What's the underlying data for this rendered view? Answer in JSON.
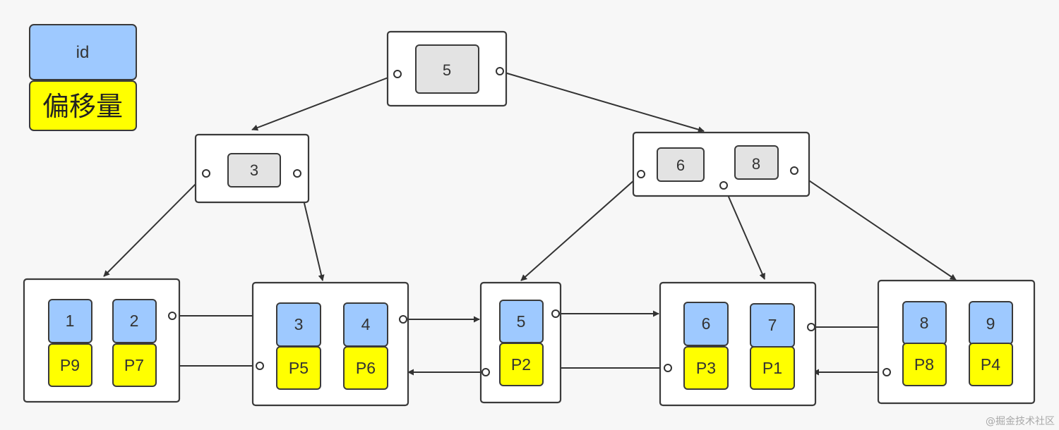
{
  "legend": {
    "id_label": "id",
    "offset_label": "偏移量",
    "colors": {
      "id": "#9ec9ff",
      "offset": "#ffff00",
      "key": "#e3e3e3"
    }
  },
  "root": {
    "keys": [
      "5"
    ]
  },
  "internal_left": {
    "keys": [
      "3"
    ]
  },
  "internal_right": {
    "keys": [
      "6",
      "8"
    ]
  },
  "leaves": [
    {
      "ids": [
        "1",
        "2"
      ],
      "offsets": [
        "P9",
        "P7"
      ]
    },
    {
      "ids": [
        "3",
        "4"
      ],
      "offsets": [
        "P5",
        "P6"
      ]
    },
    {
      "ids": [
        "5"
      ],
      "offsets": [
        "P2"
      ]
    },
    {
      "ids": [
        "6",
        "7"
      ],
      "offsets": [
        "P3",
        "P1"
      ]
    },
    {
      "ids": [
        "8",
        "9"
      ],
      "offsets": [
        "P8",
        "P4"
      ]
    }
  ],
  "watermark": "@掘金技术社区"
}
